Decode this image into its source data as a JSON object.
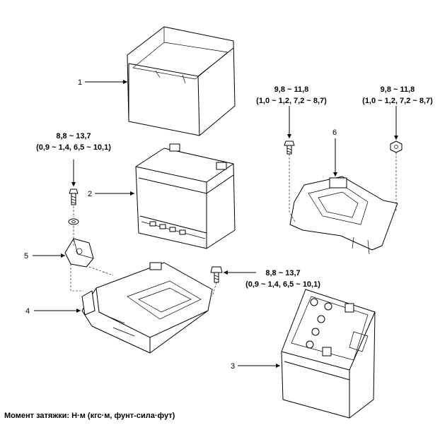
{
  "callouts": {
    "c1": "1",
    "c2": "2",
    "c3": "3",
    "c4": "4",
    "c5": "5",
    "c6": "6"
  },
  "torques": {
    "t_left": {
      "value": "8,8 ~ 13,7",
      "alt": "(0,9 ~ 1,4, 6,5 ~ 10,1)"
    },
    "t_mid_right": {
      "value": "8,8 ~ 13,7",
      "alt": "(0,9 ~ 1,4, 6,5 ~ 10,1)"
    },
    "t_top_a": {
      "value": "9,8 ~ 11,8",
      "alt": "(1,0 ~ 1,2, 7,2 ~ 8,7)"
    },
    "t_top_b": {
      "value": "9,8 ~ 11,8",
      "alt": "(1,0 ~ 1,2, 7,2 ~ 8,7)"
    }
  },
  "footer": {
    "units_note": "Момент затяжки: Н·м (кгс·м, фунт-сила·фут)"
  }
}
